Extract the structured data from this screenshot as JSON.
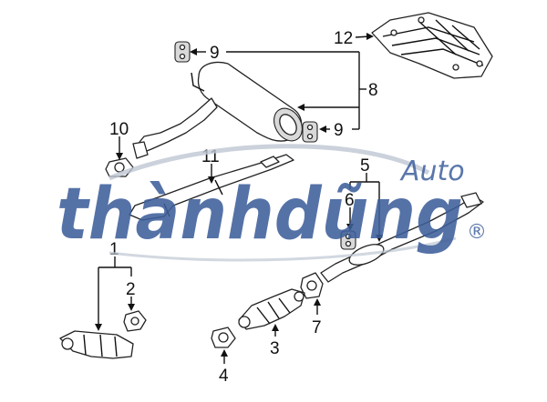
{
  "diagram": {
    "callouts": [
      {
        "id": "c1",
        "label": "1"
      },
      {
        "id": "c2",
        "label": "2"
      },
      {
        "id": "c3",
        "label": "3"
      },
      {
        "id": "c4",
        "label": "4"
      },
      {
        "id": "c5",
        "label": "5"
      },
      {
        "id": "c6",
        "label": "6"
      },
      {
        "id": "c7",
        "label": "7"
      },
      {
        "id": "c8",
        "label": "8"
      },
      {
        "id": "c9a",
        "label": "9"
      },
      {
        "id": "c9b",
        "label": "9"
      },
      {
        "id": "c10",
        "label": "10"
      },
      {
        "id": "c11",
        "label": "11"
      },
      {
        "id": "c12",
        "label": "12"
      }
    ]
  },
  "watermark": {
    "brand": "thànhdũng",
    "suffix": "Auto",
    "registered": "®",
    "color": "#3d5f9b"
  }
}
